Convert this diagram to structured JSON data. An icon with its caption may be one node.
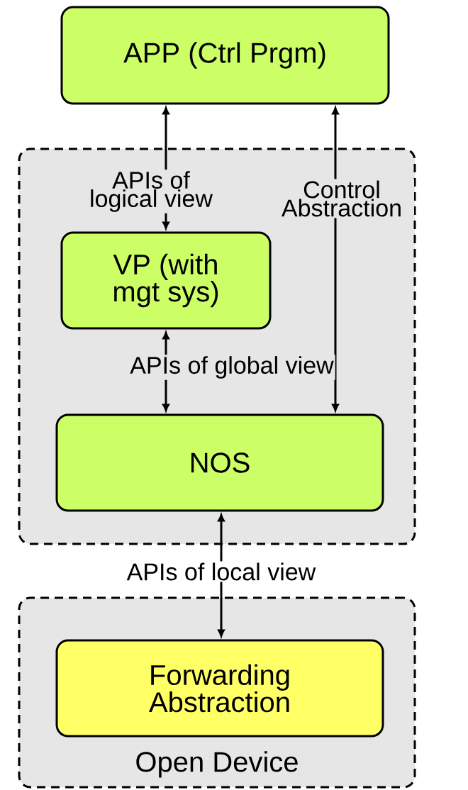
{
  "diagram": {
    "nodes": [
      {
        "text": [
          "APP (Ctrl Prgm)"
        ]
      },
      {
        "text": [],
        "shape": "box"
      },
      {
        "text": [
          "VP (with mgt sys)"
        ],
        "in": 1
      },
      {
        "text": [
          "NOS"
        ],
        "in": 1
      },
      {
        "text": [
          "Open Device"
        ]
      },
      {
        "text": [
          "Forwarding Abstraction"
        ],
        "in": 4
      }
    ],
    "edges": [
      {
        "from": 0,
        "to": 2,
        "arrow": "both",
        "label": "APIs of logical view"
      },
      {
        "from": 0,
        "to": 3,
        "arrow": "both",
        "label": "Control Abstraction"
      },
      {
        "from": 2,
        "to": 3,
        "arrow": "both",
        "label": "APIs of global view"
      },
      {
        "from": 3,
        "to": 5,
        "arrow": "both",
        "label": "APIs of local view"
      }
    ]
  }
}
